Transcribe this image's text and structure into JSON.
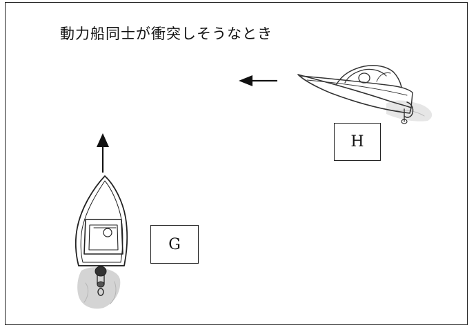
{
  "title": "動力船同士が衝突しそうなとき",
  "boats": [
    {
      "label": "H",
      "heading": "left",
      "view": "side"
    },
    {
      "label": "G",
      "heading": "up",
      "view": "top"
    }
  ],
  "colors": {
    "ink": "#222222",
    "wake": "#cfcfcf"
  }
}
